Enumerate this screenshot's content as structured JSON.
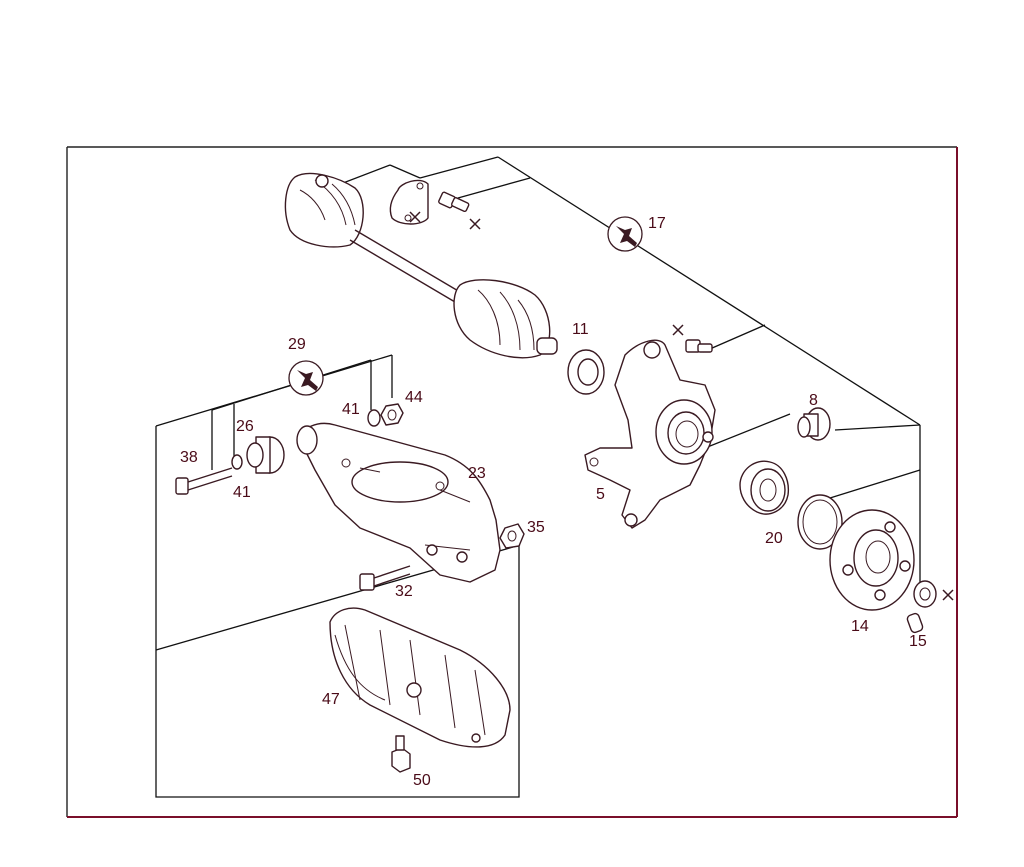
{
  "colors": {
    "frame_bottom": "#7a0f2a",
    "frame_right": "#7a0f2a",
    "labels": "#4a0b18",
    "lines": "#111111"
  },
  "icons": [
    "wrench-tool-icon",
    "cross-marker-icon"
  ],
  "labels": {
    "p5": "5",
    "p8": "8",
    "p11": "11",
    "p14": "14",
    "p15": "15",
    "p17": "17",
    "p20": "20",
    "p23": "23",
    "p26": "26",
    "p29": "29",
    "p32": "32",
    "p35": "35",
    "p38": "38",
    "p41a": "41",
    "p41b": "41",
    "p44": "44",
    "p47": "47",
    "p50": "50"
  }
}
